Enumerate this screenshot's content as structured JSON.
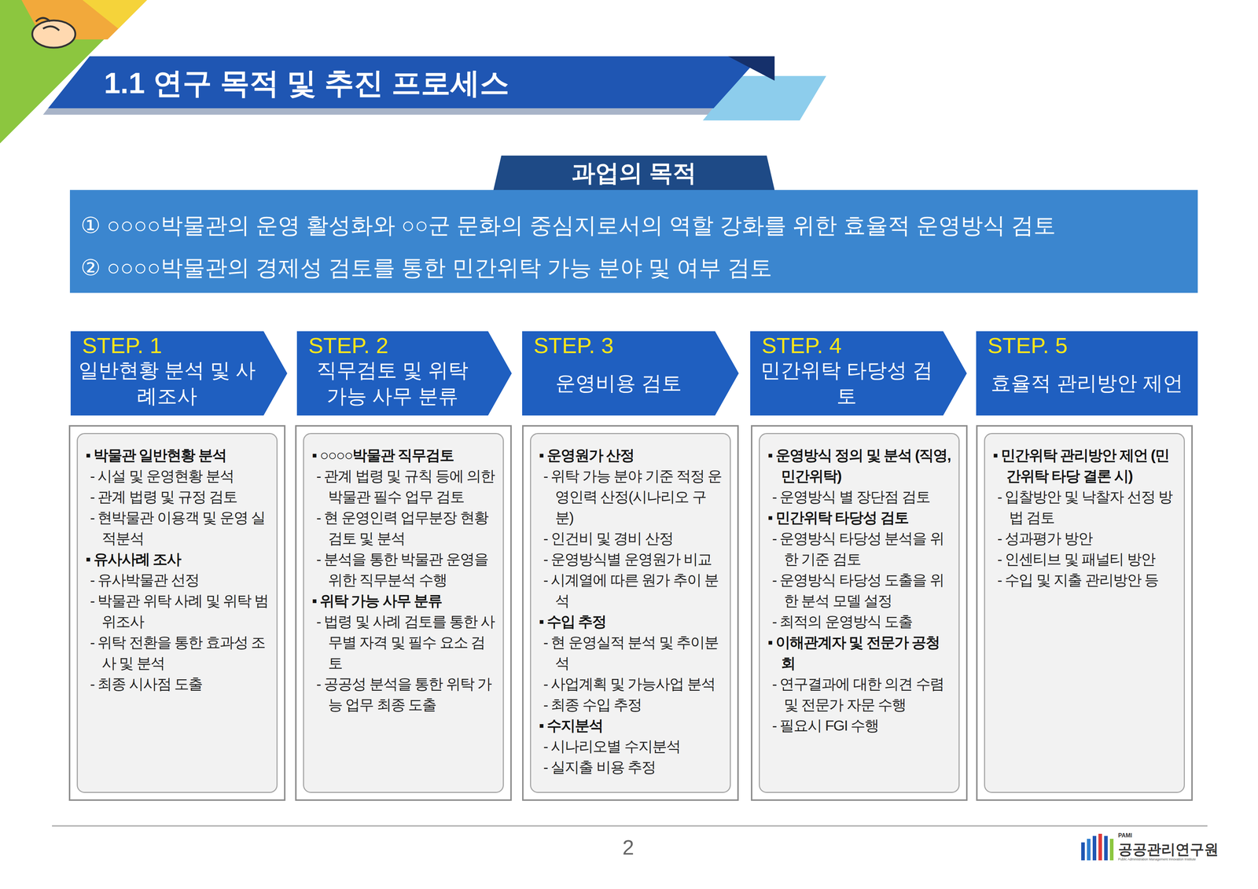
{
  "diagram": {
    "title": "1.1 연구 목적 및 추진 프로세스",
    "nodes": [
      {
        "text": [
          "과업의 목적",
          "① ○○○○박물관의 운영 활성화와 ○○군 문화의 중심지로서의 역할 강화를 위한 효율적 운영방식 검토",
          "② ○○○○박물관의 경제성 검토를 통한 민간위탁 가능 분야 및 여부 검토"
        ]
      },
      {
        "text": [
          "STEP. 1",
          "일반현황 분석 및 사례조사"
        ]
      },
      {
        "text": [
          "STEP. 2",
          "직무검토 및 위탁 가능 사무 분류"
        ]
      },
      {
        "text": [
          "STEP. 3",
          "운영비용 검토"
        ]
      },
      {
        "text": [
          "STEP. 4",
          "민간위탁 타당성 검토"
        ]
      },
      {
        "text": [
          "STEP. 5",
          "효율적 관리방안 제언"
        ]
      },
      {
        "text": [
          "▪ 박물관 일반현황 분석",
          "- 시설 및 운영현황 분석",
          "- 관계 법령 및 규정 검토",
          "- 현박물관 이용객 및 운영 실적분석",
          "▪ 유사사례 조사",
          "- 유사박물관 선정",
          "- 박물관 위탁 사례 및 위탁 범위조사",
          "- 위탁 전환을 통한 효과성 조사 및 분석",
          "- 최종 시사점 도출"
        ]
      },
      {
        "text": [
          "▪ ○○○○박물관 직무검토",
          "- 관계 법령 및 규칙 등에 의한 박물관 필수 업무 검토",
          "- 현 운영인력 업무분장 현황 검토 및 분석",
          "- 분석을 통한 박물관 운영을 위한 직무분석 수행",
          "▪ 위탁 가능 사무 분류",
          "- 법령 및 사례 검토를 통한 사무별 자격 및 필수 요소 검토",
          "- 공공성 분석을 통한 위탁 가능 업무 최종 도출"
        ]
      },
      {
        "text": [
          "▪ 운영원가 산정",
          "- 위탁 가능 분야 기준 적정 운영인력 산정(시나리오 구분)",
          "- 인건비 및 경비 산정",
          "- 운영방식별 운영원가 비교",
          "- 시계열에 따른 원가 추이 분석",
          "▪ 수입 추정",
          "- 현 운영실적 분석 및 추이분석",
          "- 사업계획 및 가능사업 분석",
          "- 최종 수입 추정",
          "▪ 수지분석",
          "- 시나리오별 수지분석",
          "- 실지출 비용 추정"
        ]
      },
      {
        "text": [
          "▪ 운영방식 정의 및 분석 (직영, 민간위탁)",
          "- 운영방식 별 장단점 검토",
          "▪ 민간위탁 타당성 검토",
          "- 운영방식 타당성 분석을 위한 기준 검토",
          "- 운영방식 타당성 도출을 위한 분석 모델 설정",
          "- 최적의 운영방식 도출",
          "▪ 이해관계자 및 전문가 공청회",
          "- 연구결과에 대한 의견 수렴 및 전문가 자문 수행",
          "- 필요시 FGI 수행"
        ]
      },
      {
        "text": [
          "▪ 민간위탁 관리방안 제언 (민간위탁 타당 결론 시)",
          "- 입찰방안 및 낙찰자 선정 방법 검토",
          "- 성과평가 방안",
          "- 인센티브 및 패널티 방안",
          "- 수입 및 지출 관리방안 등"
        ]
      }
    ],
    "labels": [
      "2",
      "PAMI",
      "공공관리연구원",
      "Public Administration Management Innovation Institute"
    ]
  }
}
